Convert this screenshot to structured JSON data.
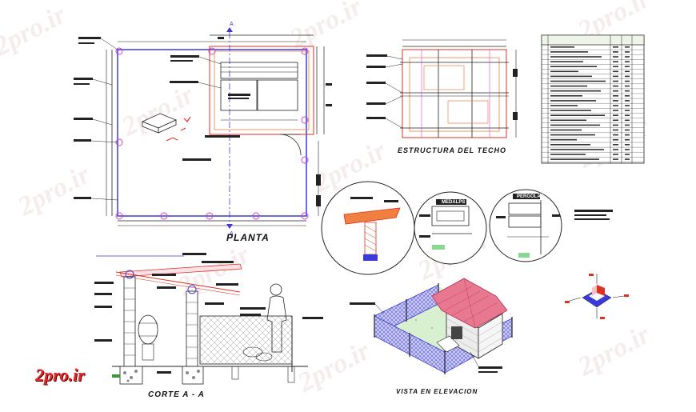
{
  "titles": {
    "plan": "PLANTA",
    "roof": "ESTRUCTURA DEL TECHO",
    "section": "CORTE  A - A",
    "elevation": "VISTA EN ELEVACION"
  },
  "labels": {
    "section_mark": "A",
    "detail1": "MEDALPS",
    "detail2": "PERGOLAS"
  },
  "watermark": "2pro.ir",
  "logo": "2pro.ir",
  "colors": {
    "blue": "#3a3ad8",
    "magenta": "#d040d0",
    "red": "#e03020",
    "orange": "#f08040",
    "roof_pink": "#e87890",
    "grass": "#d8f0d0",
    "brand": "#e8262a"
  }
}
